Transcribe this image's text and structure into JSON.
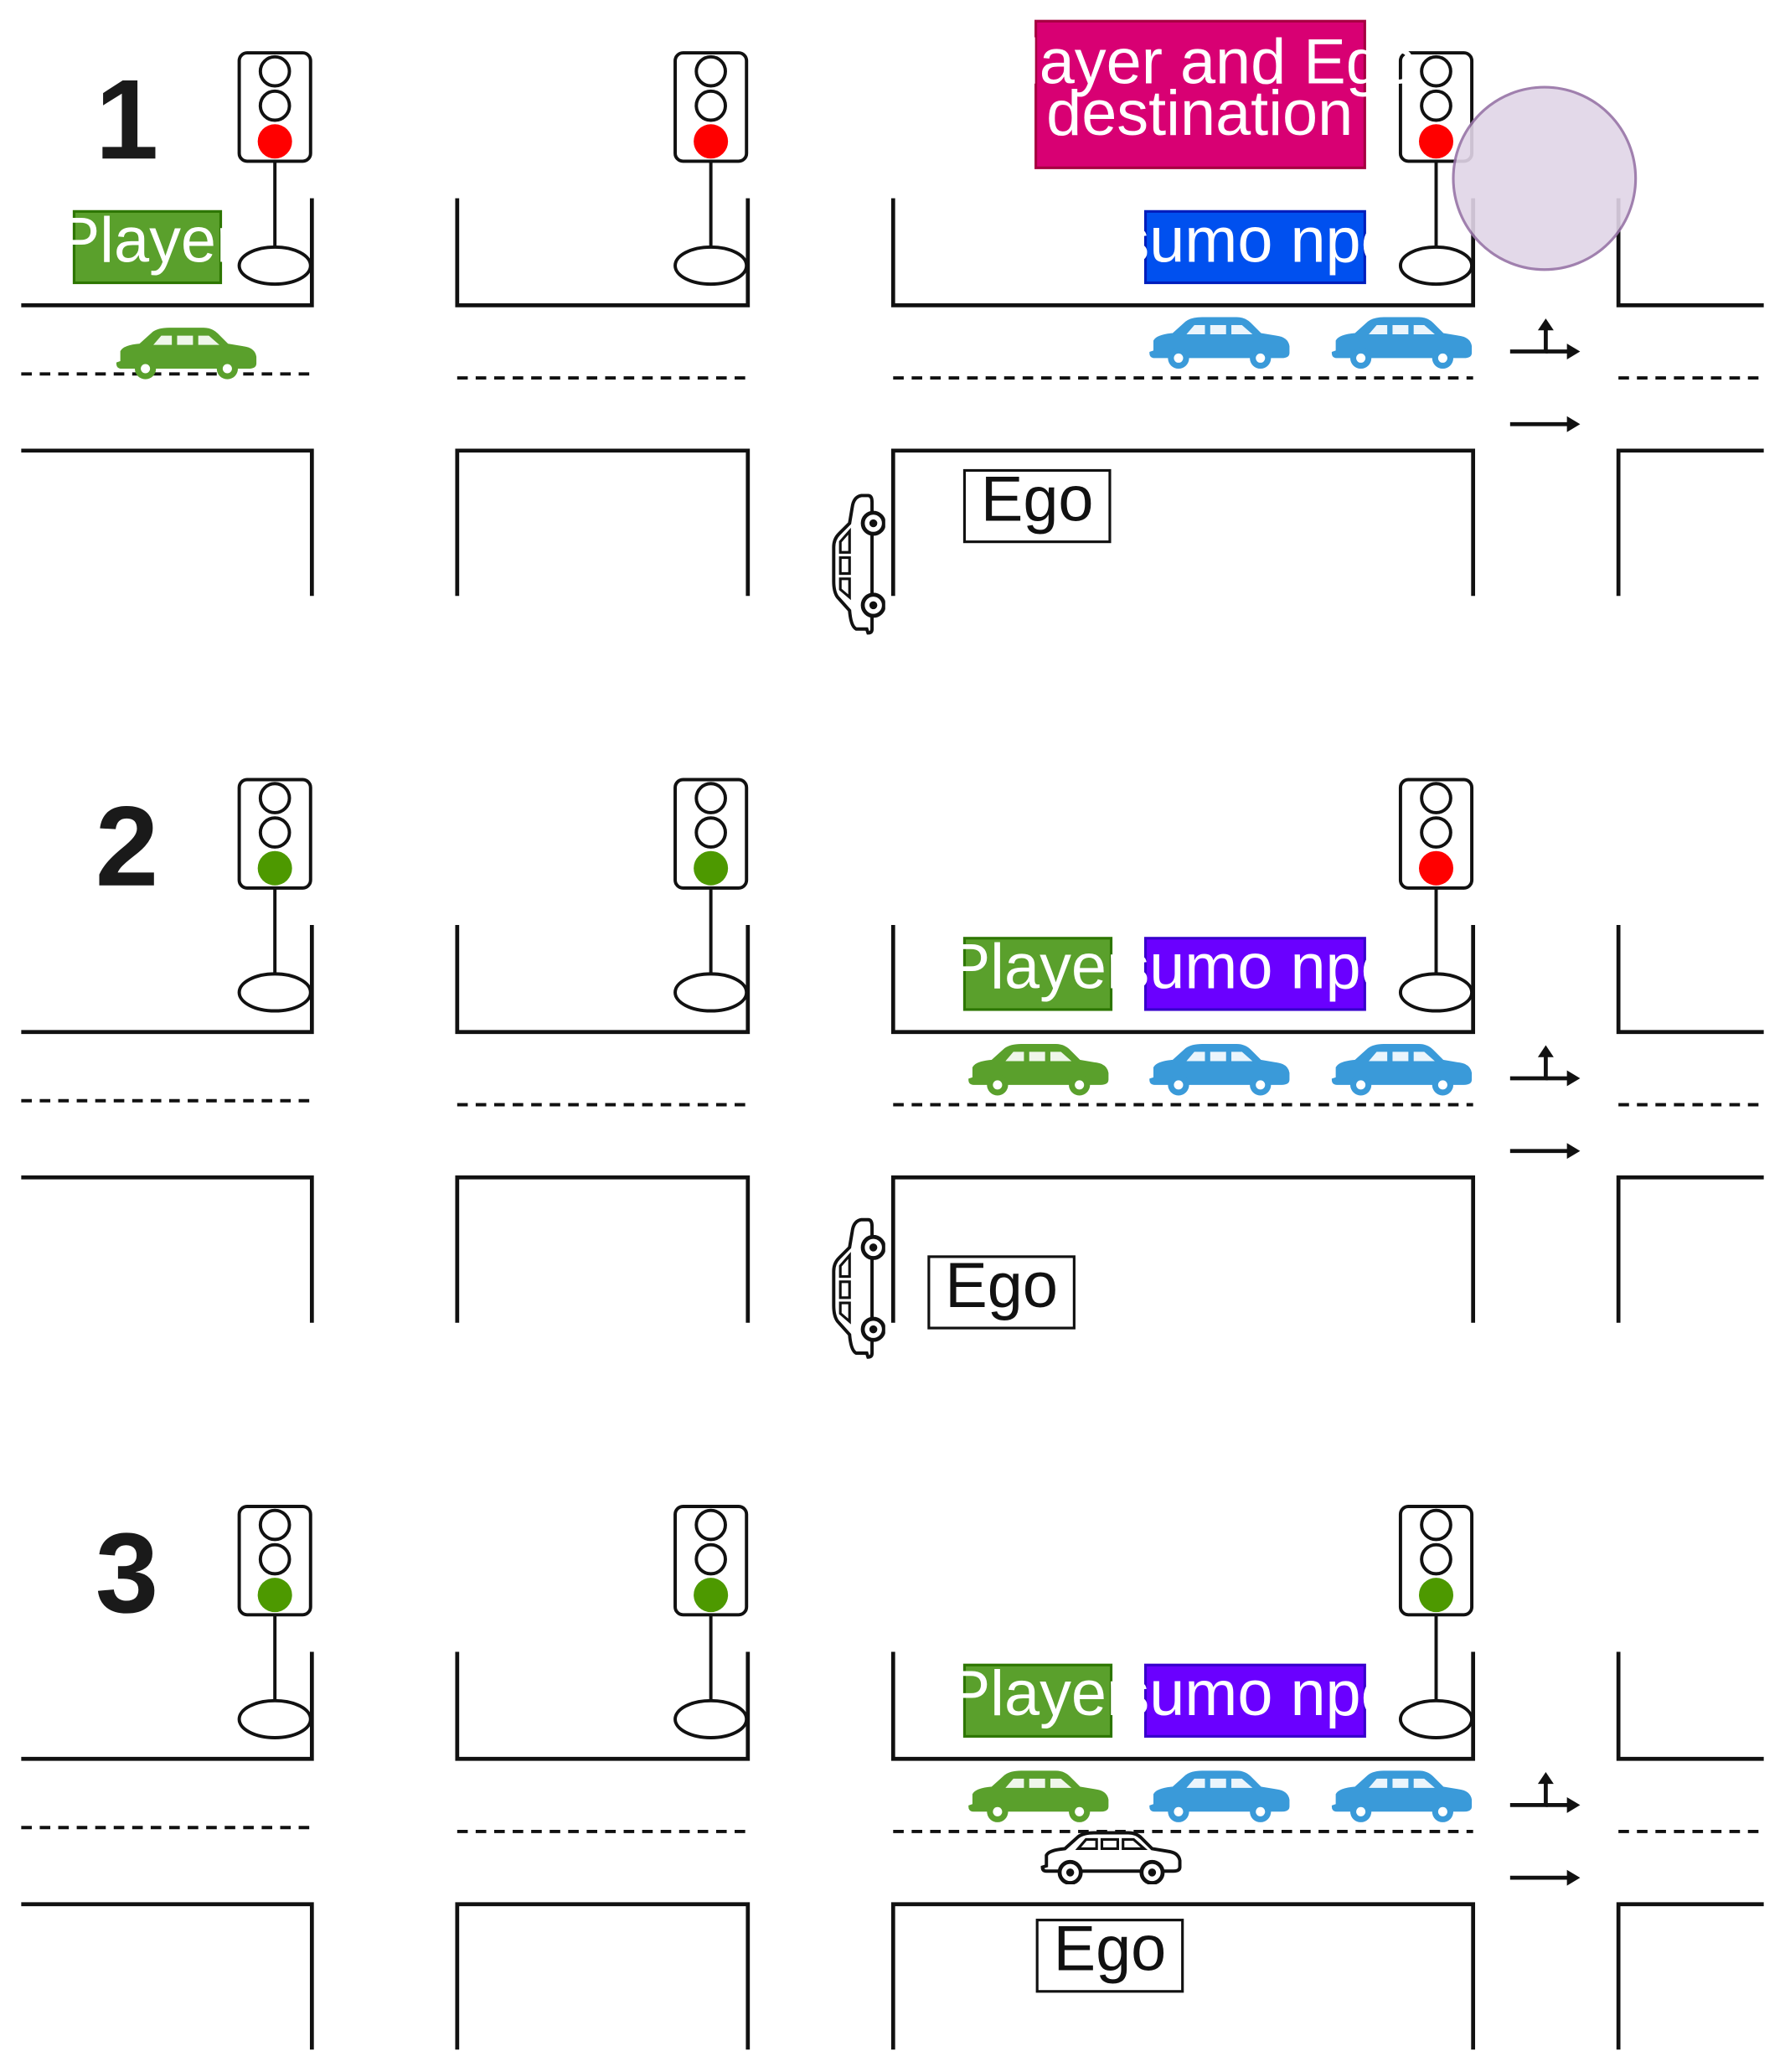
{
  "colors": {
    "player": "#5aa02c",
    "npc_car": "#3a9ad9",
    "npc_label_step1": "#0050ef",
    "npc_label": "#6a00ff",
    "destination_label": "#d80073",
    "destination_marker": "#e1d5e7",
    "light_red": "#ff0000",
    "light_green": "#4d9900",
    "ego_car": "#ffffff"
  },
  "panels": [
    {
      "number": "1",
      "lights": [
        "red",
        "red",
        "red"
      ],
      "labels": {
        "destination": [
          "Player and Ego",
          "destination"
        ],
        "player": "Player",
        "npc": "sumo npc",
        "ego": "Ego"
      }
    },
    {
      "number": "2",
      "lights": [
        "green",
        "green",
        "red"
      ],
      "labels": {
        "player": "Player",
        "npc": "sumo npc",
        "ego": "Ego"
      }
    },
    {
      "number": "3",
      "lights": [
        "green",
        "green",
        "green"
      ],
      "labels": {
        "player": "Player",
        "npc": "sumo npc",
        "ego": "Ego"
      }
    }
  ]
}
